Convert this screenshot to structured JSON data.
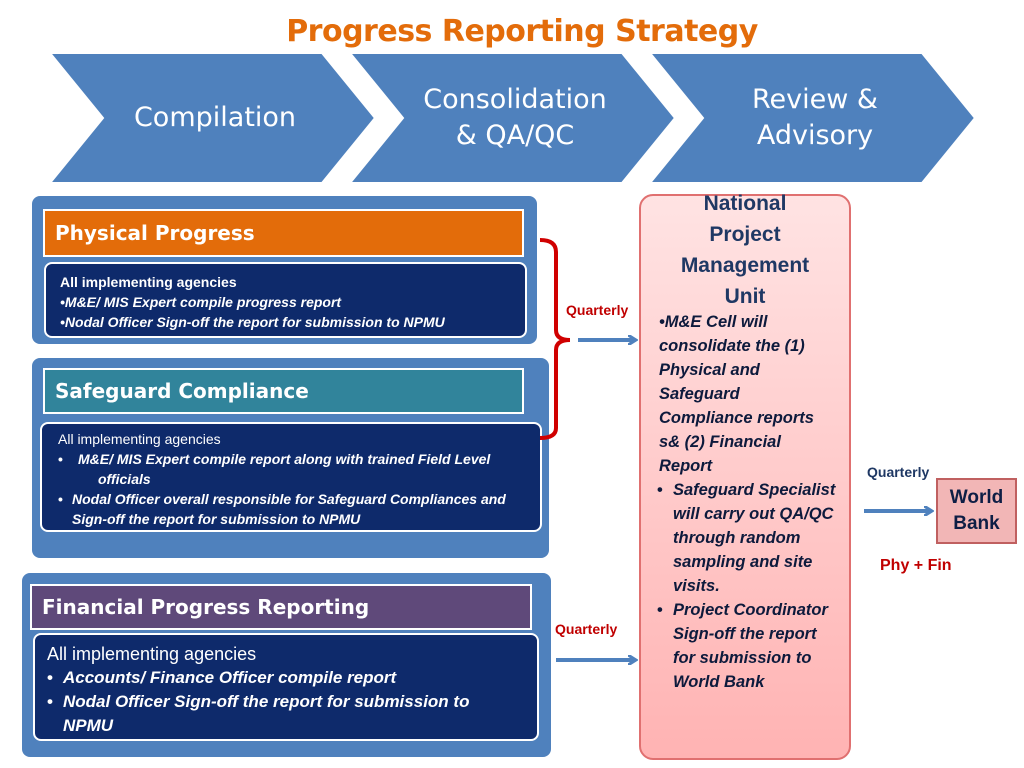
{
  "title": "Progress Reporting Strategy",
  "stages": [
    {
      "label": "Compilation"
    },
    {
      "label_line1": "Consolidation",
      "label_line2": "& QA/QC"
    },
    {
      "label_line1": "Review &",
      "label_line2": "Advisory"
    }
  ],
  "physical": {
    "header": "Physical Progress",
    "intro": "All implementing agencies",
    "bullets": [
      "•M&E/ MIS Expert compile progress report",
      "•Nodal Officer Sign-off the report for submission to NPMU"
    ]
  },
  "safeguard": {
    "header": "Safeguard Compliance",
    "intro": "All implementing agencies",
    "bullets": [
      "M&E/ MIS Expert compile report along with trained Field Level officials",
      "Nodal Officer overall  responsible for Safeguard Compliances and Sign-off the report for submission to NPMU"
    ]
  },
  "financial": {
    "header": "Financial Progress Reporting",
    "intro": "All implementing agencies",
    "bullets": [
      "Accounts/ Finance Officer compile report",
      "Nodal Officer Sign-off the report for submission to NPMU"
    ]
  },
  "arrows": {
    "quarterly_top": "Quarterly",
    "quarterly_bottom": "Quarterly",
    "quarterly_right": "Quarterly",
    "phy_fin": "Phy + Fin"
  },
  "npmu": {
    "title_lines": [
      "National",
      "Project",
      "Management",
      "Unit"
    ],
    "item1": "•M&E Cell will consolidate the  (1) Physical  and Safeguard Compliance reports s& (2) Financial Report",
    "item2": "Safeguard Specialist will carry  out QA/QC through random sampling and site visits.",
    "item3": "Project Coordinator Sign-off the report for submission to World Bank"
  },
  "world_bank": {
    "line1": "World",
    "line2": "Bank"
  },
  "colors": {
    "title": "#e36c0a",
    "chevron": "#4f81bd",
    "physical_header": "#e36c0a",
    "safeguard_header": "#31849b",
    "financial_header": "#5f497a",
    "body_box": "#0e2a6b",
    "bracket": "#d00000",
    "arrow": "#4f81bd"
  }
}
